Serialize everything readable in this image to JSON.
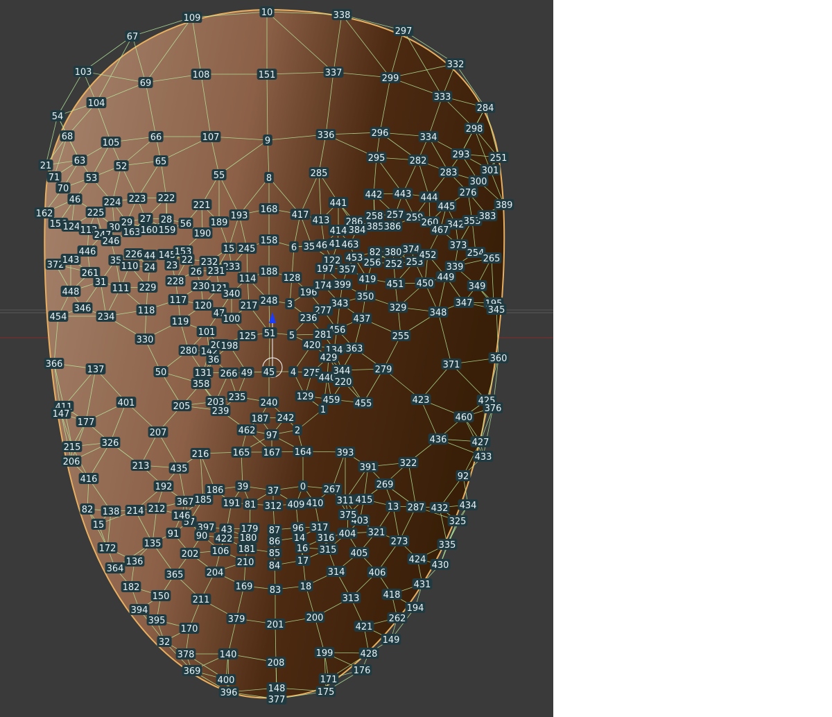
{
  "viewport": {
    "background": "#3a3a3a",
    "mesh_color": "#b8f0a0",
    "label_bg": "#1f3a40",
    "label_fg": "#e8f4f8",
    "gizmo": {
      "axis_up": "#1a3cff",
      "axis_x": "#cc2a2a",
      "name": "transform-gizmo"
    }
  },
  "vertex_labels": [
    "10",
    "109",
    "338",
    "67",
    "297",
    "103",
    "69",
    "108",
    "151",
    "337",
    "299",
    "332",
    "104",
    "333",
    "284",
    "54",
    "68",
    "105",
    "66",
    "107",
    "9",
    "336",
    "296",
    "334",
    "298",
    "63",
    "52",
    "65",
    "295",
    "282",
    "293",
    "251",
    "21",
    "53",
    "55",
    "8",
    "285",
    "283",
    "301",
    "71",
    "70",
    "46",
    "224",
    "223",
    "222",
    "221",
    "442",
    "443",
    "444",
    "300",
    "276",
    "162",
    "225",
    "193",
    "168",
    "441",
    "417",
    "413",
    "258",
    "257",
    "445",
    "389",
    "156",
    "124",
    "30",
    "29",
    "27",
    "28",
    "56",
    "189",
    "286",
    "385",
    "386",
    "259",
    "260",
    "342",
    "353",
    "383",
    "113",
    "247",
    "190",
    "414",
    "384",
    "467",
    "246",
    "163",
    "160",
    "159",
    "158",
    "6",
    "351",
    "465",
    "412",
    "463",
    "82",
    "380",
    "374",
    "373",
    "446",
    "226",
    "44",
    "145",
    "153",
    "15",
    "245",
    "122",
    "453",
    "256",
    "252",
    "253",
    "254",
    "265",
    "372",
    "143",
    "35",
    "110",
    "24",
    "23",
    "22",
    "26",
    "232",
    "233",
    "188",
    "197",
    "357",
    "452",
    "339",
    "261",
    "31",
    "228",
    "231",
    "128",
    "419",
    "451",
    "450",
    "449",
    "448",
    "111",
    "229",
    "230",
    "121",
    "114",
    "196",
    "399",
    "350",
    "349",
    "340",
    "174",
    "343",
    "277",
    "437",
    "329",
    "348",
    "347",
    "346",
    "117",
    "120",
    "47",
    "217",
    "3",
    "248",
    "195",
    "345",
    "454",
    "234",
    "118",
    "119",
    "100",
    "236",
    "456",
    "255",
    "330",
    "101",
    "125",
    "51",
    "5",
    "281",
    "420",
    "363",
    "371",
    "280",
    "142",
    "209",
    "198",
    "134",
    "429",
    "360",
    "366",
    "137",
    "50",
    "36",
    "131",
    "49",
    "45",
    "4",
    "275",
    "440",
    "344",
    "279",
    "266",
    "220",
    "358",
    "129",
    "459",
    "455",
    "423",
    "425",
    "376",
    "401",
    "205",
    "203",
    "235",
    "239",
    "240",
    "1",
    "460",
    "411",
    "147",
    "177",
    "187",
    "242",
    "462",
    "97",
    "2",
    "326",
    "207",
    "206",
    "215",
    "213",
    "216",
    "165",
    "167",
    "164",
    "393",
    "391",
    "322",
    "436",
    "427",
    "433",
    "435",
    "92",
    "416",
    "192",
    "186",
    "39",
    "37",
    "0",
    "267",
    "269",
    "410",
    "311",
    "415",
    "409",
    "312",
    "13",
    "287",
    "432",
    "434",
    "367",
    "185",
    "191",
    "81",
    "82",
    "138",
    "214",
    "212",
    "57",
    "146",
    "96",
    "317",
    "403",
    "375",
    "325",
    "397",
    "90",
    "91",
    "43",
    "179",
    "87",
    "14",
    "316",
    "404",
    "321",
    "273",
    "422",
    "180",
    "86",
    "15",
    "172",
    "135",
    "202",
    "106",
    "181",
    "85",
    "16",
    "315",
    "405",
    "335",
    "364",
    "136",
    "210",
    "84",
    "17",
    "314",
    "406",
    "424",
    "430",
    "365",
    "204",
    "182",
    "169",
    "83",
    "18",
    "313",
    "418",
    "431",
    "394",
    "150",
    "211",
    "194",
    "379",
    "201",
    "200",
    "421",
    "262",
    "395",
    "170",
    "32",
    "149",
    "378",
    "140",
    "208",
    "199",
    "428",
    "369",
    "176",
    "400",
    "171",
    "396",
    "148",
    "175",
    "377",
    "152"
  ]
}
